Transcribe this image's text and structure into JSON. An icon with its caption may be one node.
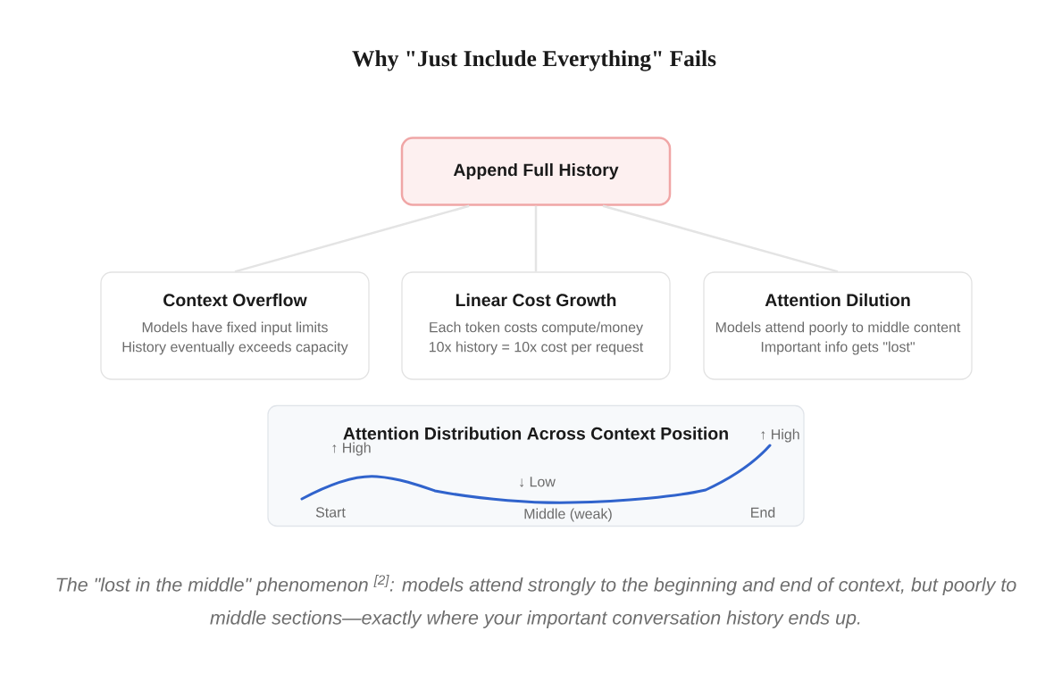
{
  "diagram": {
    "title": "Why \"Just Include Everything\" Fails",
    "caption": "The \"lost in the middle\" phenomenon $^{[2]}$: models attend strongly to the beginning and end of context, but poorly to middle sections—exactly where your important conversation history ends up.",
    "nodes": [
      {
        "text": [
          "Append Full History"
        ]
      },
      {
        "text": [
          "Context Overflow",
          "Models have fixed input limits",
          "History eventually exceeds capacity"
        ]
      },
      {
        "text": [
          "Linear Cost Growth",
          "Each token costs compute/money",
          "10x history = 10x cost per request"
        ]
      },
      {
        "text": [
          "Attention Dilution",
          "Models attend poorly to middle content",
          "Important info gets \"lost\""
        ]
      },
      {
        "text": [
          "Attention Distribution Across Context Position"
        ]
      }
    ],
    "edges": [
      {
        "from": 0,
        "to": 1,
        "arrow": "none"
      },
      {
        "from": 0,
        "to": 2,
        "arrow": "none"
      },
      {
        "from": 0,
        "to": 3,
        "arrow": "none"
      }
    ],
    "labels": [
      "↑ High",
      "↑ High",
      "↓ Low",
      "Start",
      "Middle (weak)",
      "End"
    ]
  }
}
